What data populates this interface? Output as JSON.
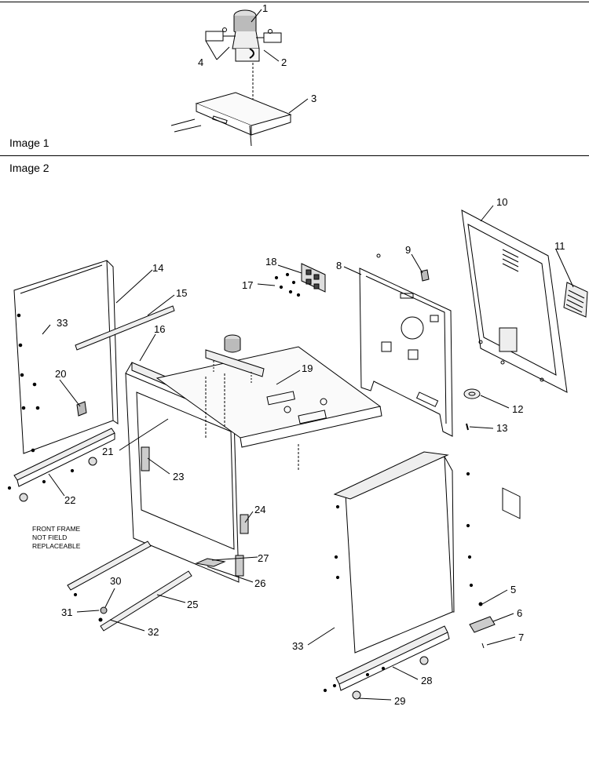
{
  "sections": {
    "image1_label": "Image 1",
    "image2_label": "Image 2"
  },
  "note": {
    "line1": "FRONT FRAME",
    "line2": "NOT FIELD",
    "line3": "REPLACEABLE"
  },
  "callouts": {
    "c1": "1",
    "c2": "2",
    "c3": "3",
    "c4": "4",
    "c5": "5",
    "c6": "6",
    "c7": "7",
    "c8": "8",
    "c9": "9",
    "c10": "10",
    "c11": "11",
    "c12": "12",
    "c13": "13",
    "c14": "14",
    "c15": "15",
    "c16": "16",
    "c17": "17",
    "c18": "18",
    "c19": "19",
    "c20": "20",
    "c21": "21",
    "c22": "22",
    "c23": "23",
    "c24": "24",
    "c25": "25",
    "c26": "26",
    "c27": "27",
    "c28": "28",
    "c29": "29",
    "c30": "30",
    "c31": "31",
    "c32": "32",
    "c33a": "33",
    "c33b": "33"
  },
  "colors": {
    "line": "#000000",
    "background": "#ffffff",
    "shading": "#555555"
  }
}
